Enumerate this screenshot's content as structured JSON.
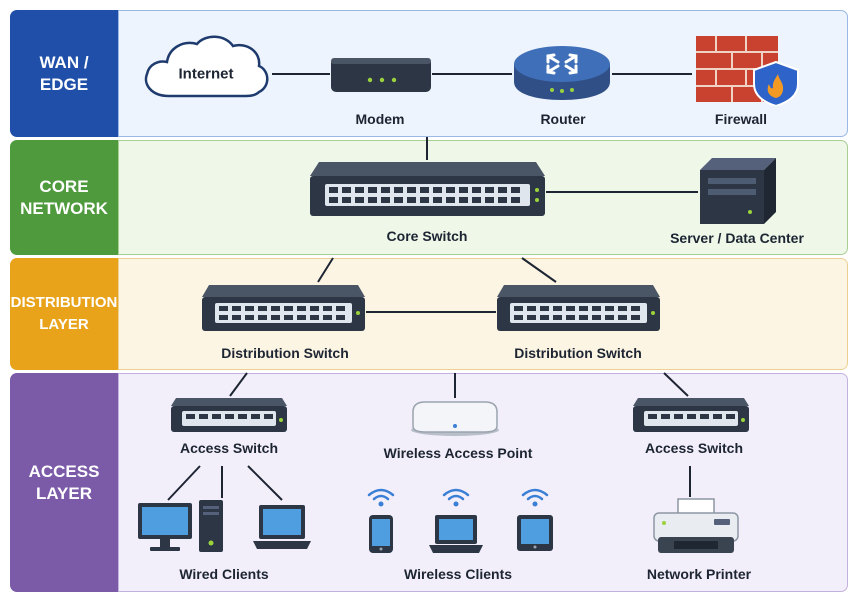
{
  "layers": {
    "wan": {
      "label": "WAN /\nEDGE",
      "color": "#1f4fa8",
      "bg": "#eef4fd",
      "border": "#9ab8e3"
    },
    "core": {
      "label": "CORE\nNETWORK",
      "color": "#4f9a3c",
      "bg": "#eff7e9",
      "border": "#a7cf94"
    },
    "distribution": {
      "label": "DISTRIBUTION\nLAYER",
      "color": "#e8a31a",
      "bg": "#fdf5e3",
      "border": "#ecd092"
    },
    "access": {
      "label": "ACCESS\nLAYER",
      "color": "#7b5ba8",
      "bg": "#f3effa",
      "border": "#c3b2de"
    }
  },
  "nodes": {
    "internet": "Internet",
    "modem": "Modem",
    "router": "Router",
    "firewall": "Firewall",
    "core_switch": "Core Switch",
    "server": "Server / Data Center",
    "dist_switch_left": "Distribution Switch",
    "dist_switch_right": "Distribution Switch",
    "access_switch_left": "Access Switch",
    "wireless_ap": "Wireless Access Point",
    "access_switch_right": "Access Switch",
    "wired_clients": "Wired Clients",
    "wireless_clients": "Wireless Clients",
    "network_printer": "Network Printer"
  },
  "icons": {
    "cloud": "cloud-icon",
    "modem": "modem-icon",
    "router": "router-icon",
    "firewall": "firewall-icon",
    "switch": "switch-icon",
    "server": "server-icon",
    "access_point": "wireless-ap-icon",
    "desktop": "desktop-icon",
    "tower": "pc-tower-icon",
    "laptop": "laptop-icon",
    "phone": "phone-icon",
    "wifi": "wifi-icon",
    "printer": "printer-icon"
  },
  "colors": {
    "device_dark": "#2c3644",
    "device_mid": "#3d4757",
    "port_light": "#dfe6ee",
    "led_green": "#9bd33c",
    "router_blue": "#3f6fb8",
    "brick_red": "#c9412f",
    "shield_blue": "#2e63c9",
    "flame_orange": "#f39a24",
    "wifi_blue": "#3a7fd6",
    "screen_blue": "#4f9fe0",
    "wire": "#1d2533"
  }
}
